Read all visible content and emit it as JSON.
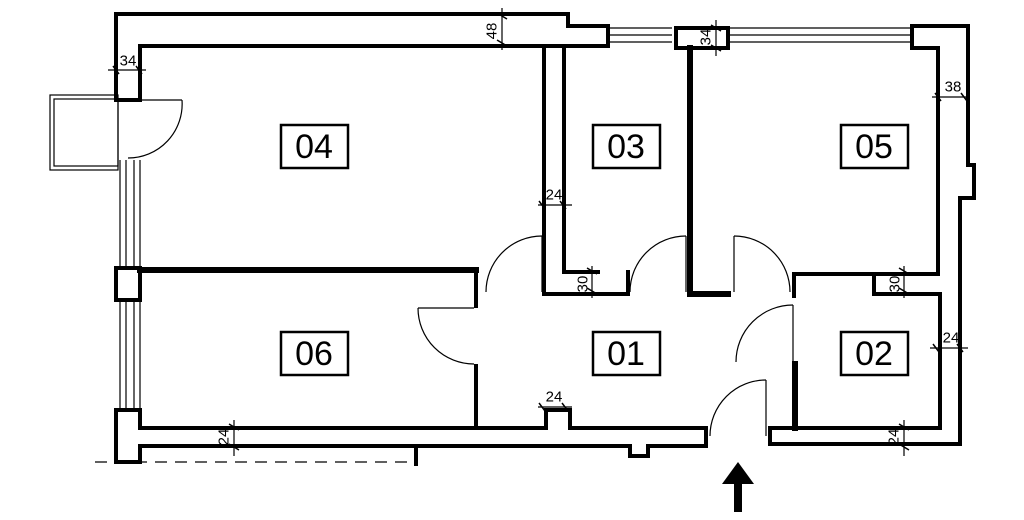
{
  "rooms": [
    {
      "id": "04",
      "label": "04"
    },
    {
      "id": "03",
      "label": "03"
    },
    {
      "id": "05",
      "label": "05"
    },
    {
      "id": "06",
      "label": "06"
    },
    {
      "id": "01",
      "label": "01"
    },
    {
      "id": "02",
      "label": "02"
    }
  ],
  "dimensions": [
    {
      "id": "top-48",
      "label": "48"
    },
    {
      "id": "left-34",
      "label": "34"
    },
    {
      "id": "mid-34",
      "label": "34"
    },
    {
      "id": "right-38",
      "label": "38"
    },
    {
      "id": "wall-24-a",
      "label": "24"
    },
    {
      "id": "wall-30-a",
      "label": "30"
    },
    {
      "id": "wall-30-b",
      "label": "30"
    },
    {
      "id": "right-24",
      "label": "24"
    },
    {
      "id": "hall-24",
      "label": "24"
    },
    {
      "id": "bottom-24-left",
      "label": "24"
    },
    {
      "id": "bottom-24-right",
      "label": "24"
    }
  ]
}
